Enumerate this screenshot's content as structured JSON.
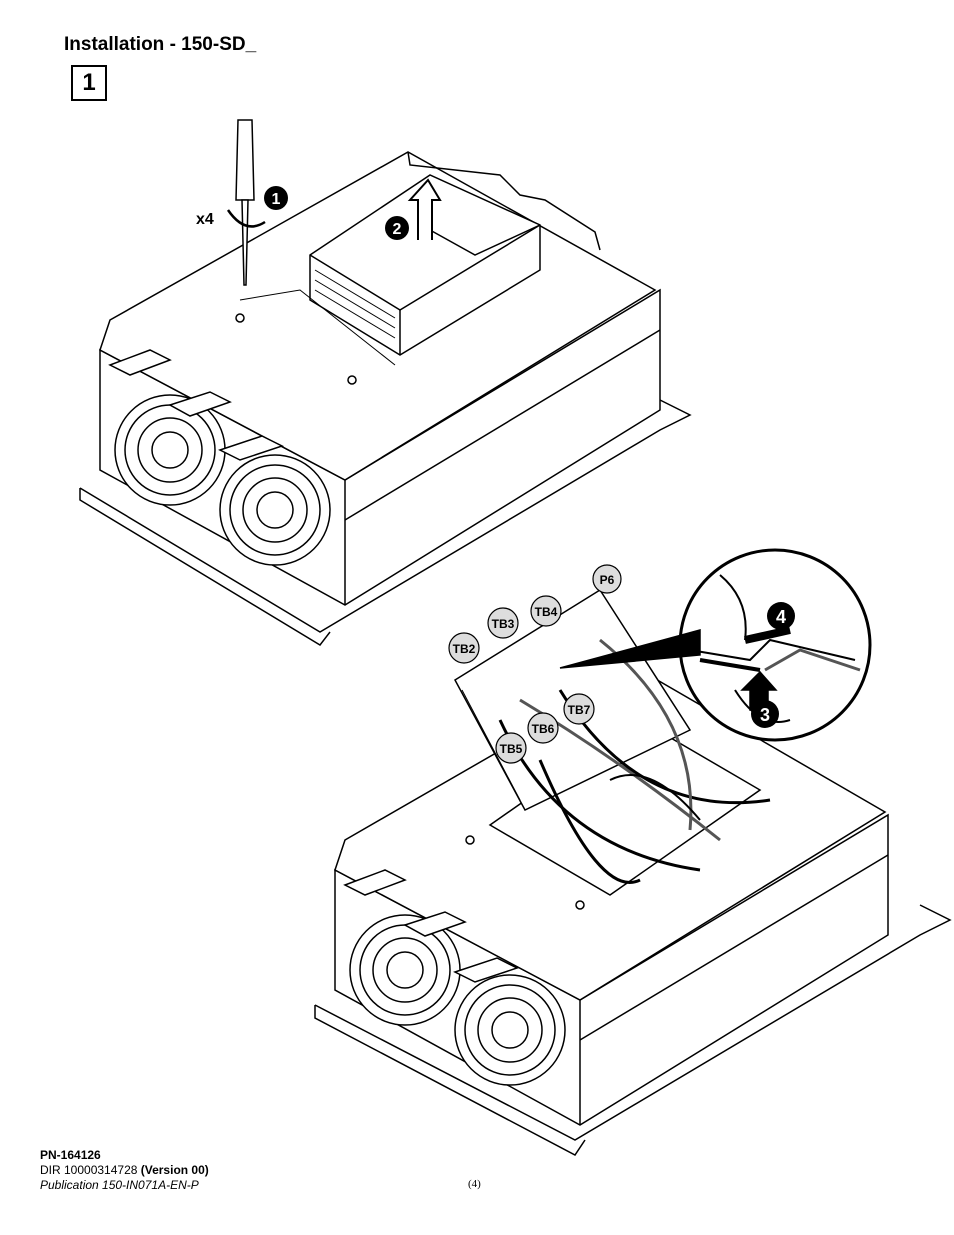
{
  "header": {
    "title": "Installation - 150-SD_",
    "step": "1"
  },
  "figure1": {
    "multiplier": "x4",
    "callouts": [
      "1",
      "2"
    ]
  },
  "figure2": {
    "terminals": [
      "P6",
      "TB4",
      "TB3",
      "TB2",
      "TB7",
      "TB6",
      "TB5"
    ],
    "callouts": [
      "4",
      "3"
    ]
  },
  "footer": {
    "pn": "PN-164126",
    "dir_prefix": "DIR 10000314728 ",
    "dir_version": "(Version 00)",
    "publication": "Publication 150-IN071A-EN-P",
    "page": "(4)"
  }
}
